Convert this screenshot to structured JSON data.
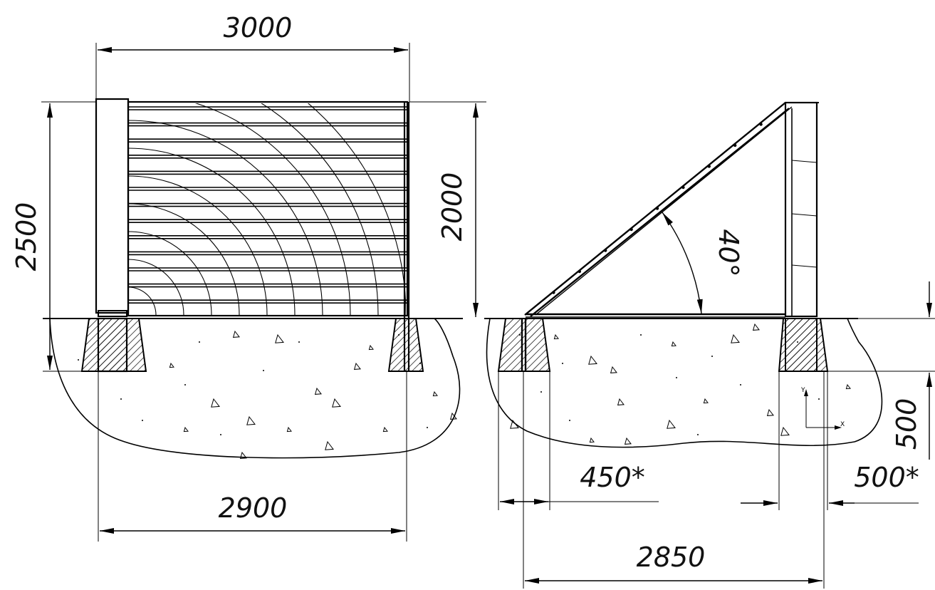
{
  "dimensions": {
    "total_width": "3000",
    "post_span": "2900",
    "total_height": "2500",
    "panel_height": "2000",
    "angle": "40°",
    "footing_depth": "500",
    "footing_left": "450*",
    "footing_right": "500*",
    "side_base": "2850"
  },
  "colors": {
    "line": "#000000",
    "background": "#ffffff"
  },
  "ucs": {
    "x_label": "X",
    "y_label": "Y"
  }
}
